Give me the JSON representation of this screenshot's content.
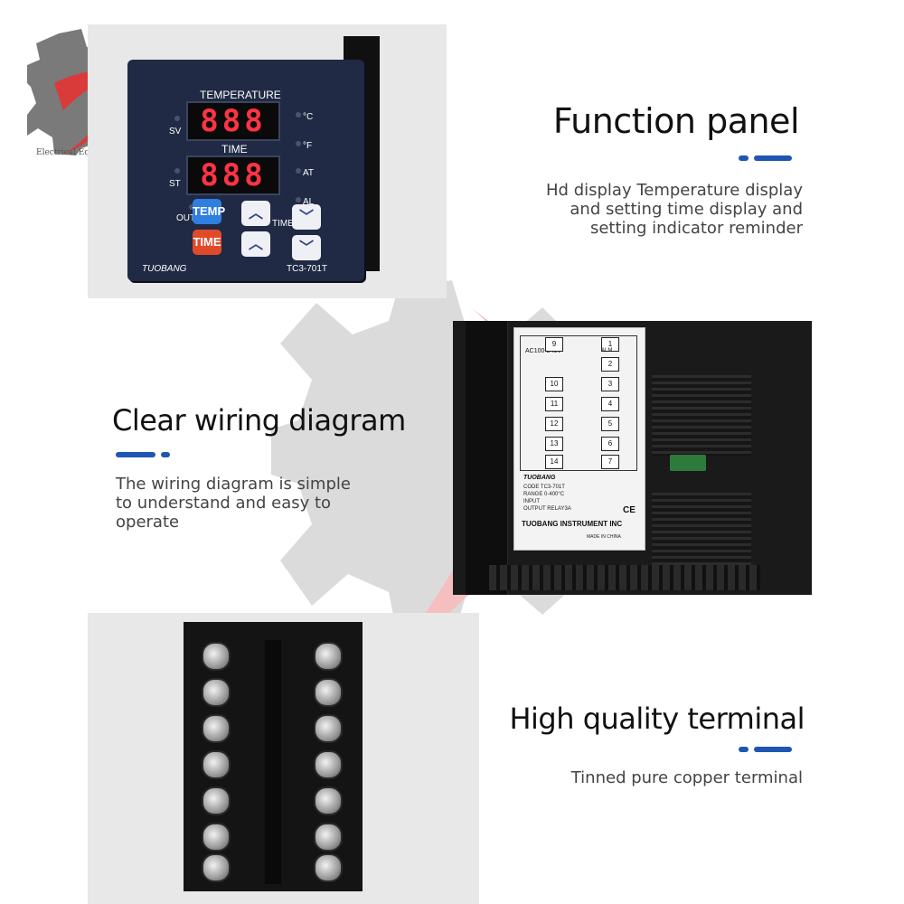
{
  "logo": {
    "caption": "Electrical Equipment Tool"
  },
  "sections": {
    "function_panel": {
      "title": "Function panel",
      "description_lines": [
        "Hd display Temperature display",
        "and setting time display and",
        "setting indicator reminder"
      ]
    },
    "wiring_diagram": {
      "title": "Clear wiring diagram",
      "description_lines": [
        "The wiring diagram is simple",
        "to understand and easy to",
        "operate"
      ]
    },
    "terminal": {
      "title": "High quality terminal",
      "description_lines": [
        "Tinned pure copper terminal"
      ]
    }
  },
  "controller": {
    "temperature_label": "TEMPERATURE",
    "time_label": "TIME",
    "sv_label": "SV",
    "st_label": "ST",
    "out_label": "OUT",
    "unit_c": "°C",
    "unit_f": "°F",
    "at_label": "AT",
    "al_label": "AL",
    "time_side_label": "TIME",
    "display_top": "888",
    "display_bottom": "888",
    "temp_button": "TEMP",
    "time_button": "TIME",
    "brand": "TUOBANG",
    "model": "TC3-701T"
  },
  "wiring_label": {
    "brand": "TUOBANG",
    "company": "TUOBANG INSTRUMENT INC",
    "code_label": "CODE",
    "code_value": "TC3-701T",
    "range_label": "RANGE",
    "range_value": "0-400°C",
    "input_label": "INPUT",
    "output_label": "OUTPUT",
    "output_value": "RELAY3A",
    "made_in": "MADE IN CHINA",
    "power": "AC100-240V",
    "alm_label": "ALM",
    "left_terminals": [
      "9",
      "10",
      "11",
      "12",
      "13",
      "14"
    ],
    "right_terminals": [
      "1",
      "2",
      "3",
      "4",
      "5",
      "6",
      "7"
    ]
  },
  "colors": {
    "accent_blue": "#1e56b4",
    "temp_button": "#2f7fe0",
    "time_button": "#e04a2b",
    "led_red": "#ff3344"
  }
}
